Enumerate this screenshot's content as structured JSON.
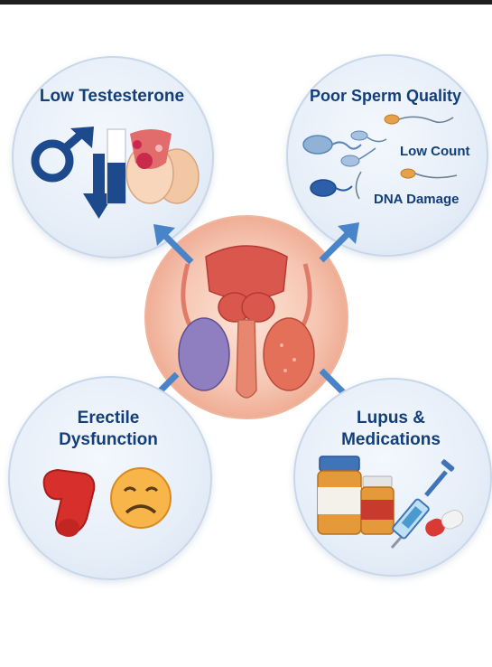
{
  "colors": {
    "title_text": "#123f7a",
    "arrow": "#4a84c8",
    "circle_fill": "#e6eef8",
    "center_glow": "#f6c6b2"
  },
  "nodes": {
    "top_left": {
      "title": "Low Testesterone",
      "icons": [
        "male-symbol-icon",
        "down-arrow-icon",
        "testicle-icon"
      ]
    },
    "top_right": {
      "title": "Poor Sperm Quality",
      "labels": [
        "Low Count",
        "DNA Damage"
      ],
      "icons": [
        "sperm-icon"
      ]
    },
    "bottom_left": {
      "title_line1": "Erectile",
      "title_line2": "Dysfunction",
      "icons": [
        "penis-icon",
        "sad-face-icon"
      ]
    },
    "bottom_right": {
      "title_line1": "Lupus &",
      "title_line2": "Medications",
      "icons": [
        "pill-bottle-icon",
        "syringe-icon",
        "capsule-icon"
      ]
    }
  },
  "center": {
    "icon": "male-reproductive-system-icon"
  }
}
